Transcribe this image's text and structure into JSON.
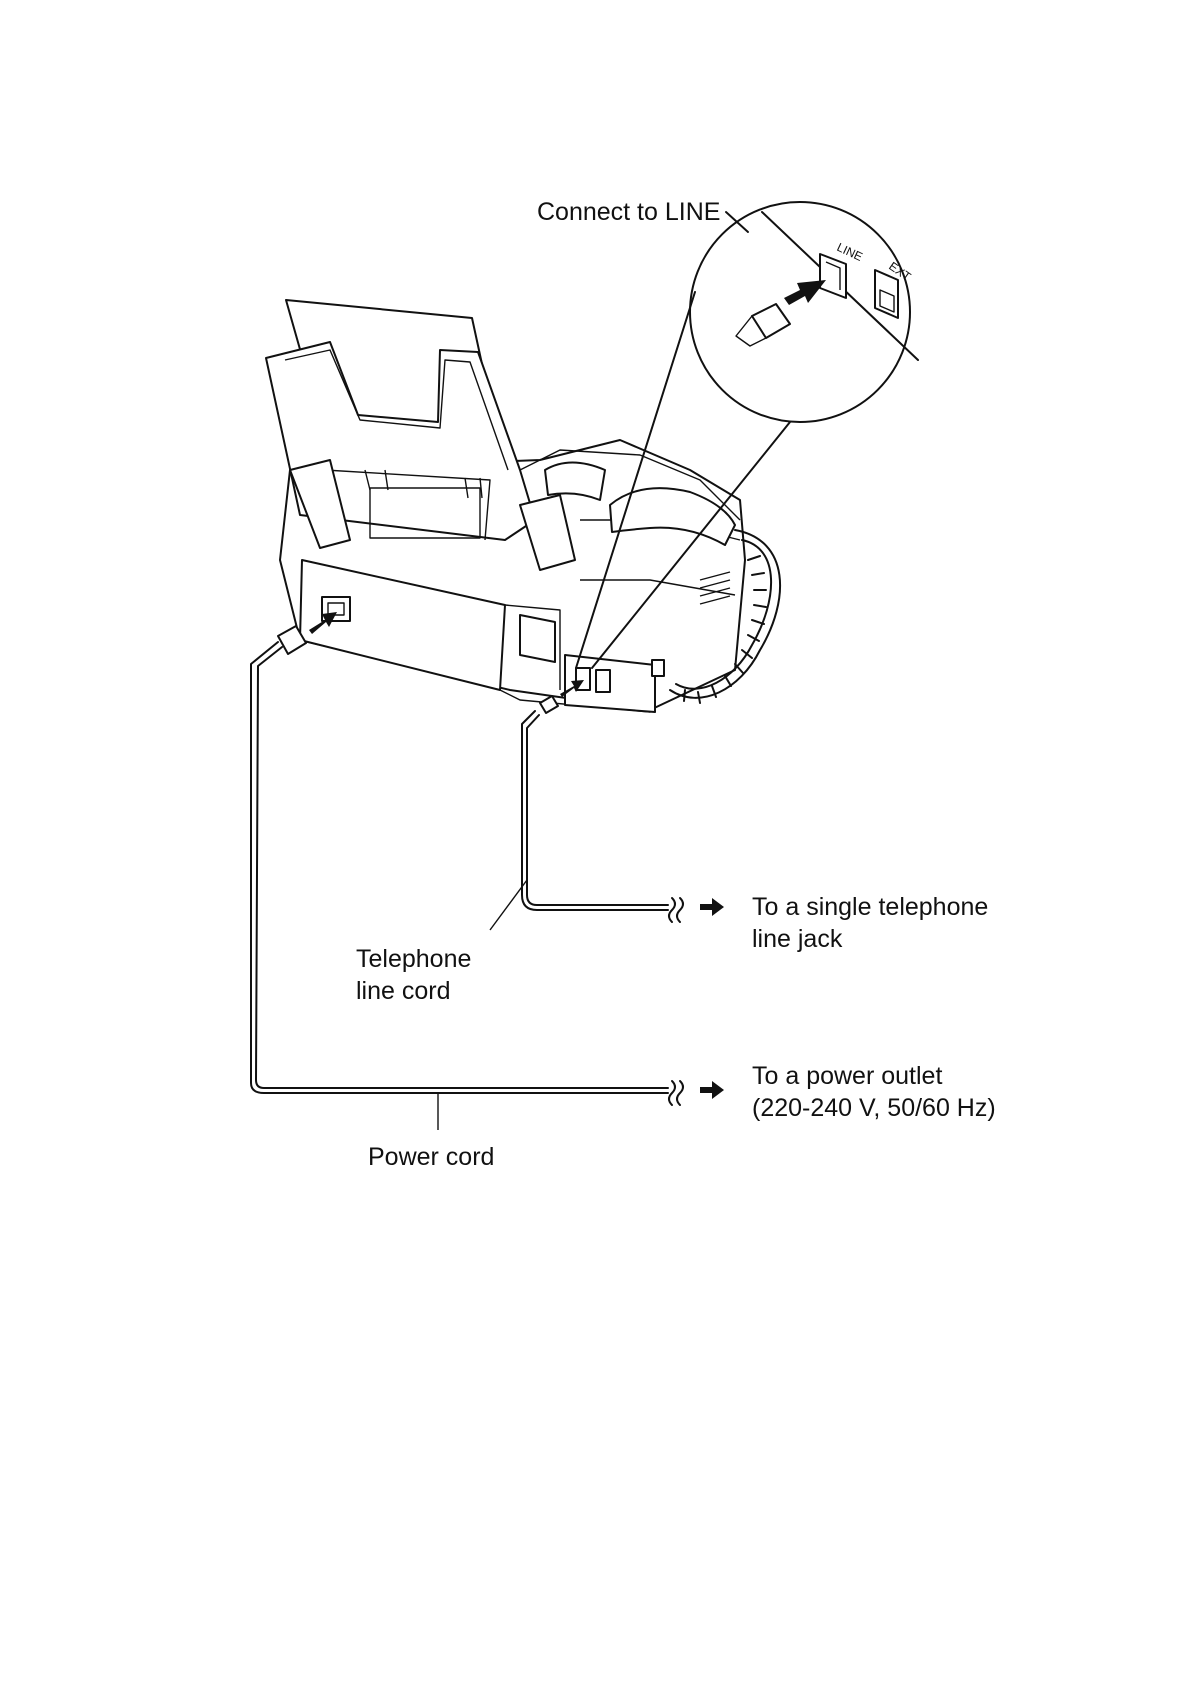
{
  "labels": {
    "connect": "Connect to LINE",
    "telephone_cord": [
      "Telephone",
      "line cord"
    ],
    "single_jack": [
      "To a single telephone",
      "line jack"
    ],
    "power_outlet": [
      "To a power outlet",
      "(220-240 V, 50/60 Hz)"
    ],
    "power_cord": "Power cord",
    "port_line": "LINE",
    "port_ext": "EXT"
  }
}
